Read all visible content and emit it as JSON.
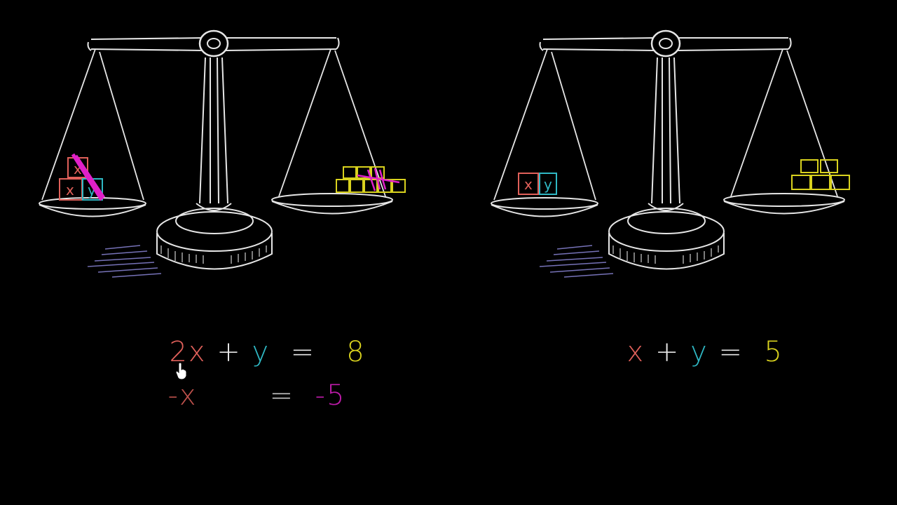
{
  "colors": {
    "background": "#000000",
    "chalk": "#e6e6e6",
    "x_red": "#e0605a",
    "y_teal": "#2fb8c4",
    "unit_yellow": "#d9d21e",
    "crossout_magenta": "#e020c8",
    "shadow_purple": "#8b86d8"
  },
  "left_scale": {
    "left_pan_blocks": [
      {
        "label": "x",
        "color": "x_red",
        "crossed_out": true
      },
      {
        "label": "x",
        "color": "x_red",
        "crossed_out": false
      },
      {
        "label": "y",
        "color": "y_teal",
        "crossed_out": true
      }
    ],
    "right_pan_unit_blocks": 8,
    "right_pan_crossed_out": 5,
    "equation": {
      "c1": "2",
      "v1": "x",
      "op1": "+",
      "v2": "y",
      "eq": "=",
      "rhs": "8"
    },
    "subtraction": {
      "lhs": "-x",
      "eq": "=",
      "rhs": "-5"
    }
  },
  "right_scale": {
    "left_pan_blocks": [
      {
        "label": "x",
        "color": "x_red"
      },
      {
        "label": "y",
        "color": "y_teal"
      }
    ],
    "right_pan_unit_blocks": 5,
    "equation": {
      "v1": "x",
      "op1": "+",
      "v2": "y",
      "eq": "=",
      "rhs": "5"
    }
  },
  "icons": {
    "cursor": "hand-pointer-icon"
  }
}
